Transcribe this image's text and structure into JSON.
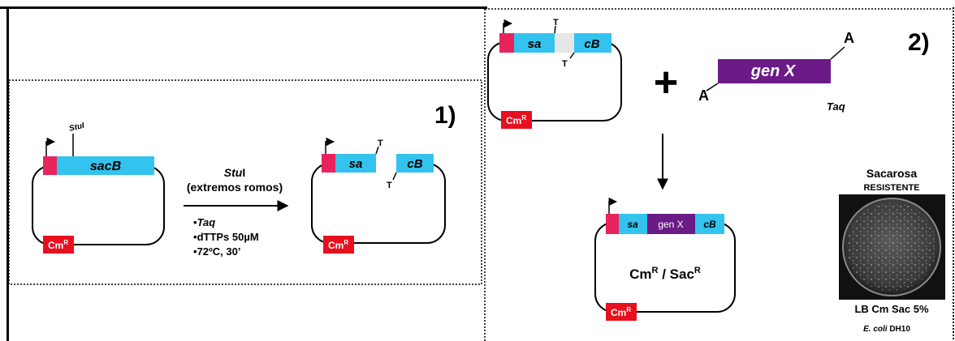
{
  "panel1": {
    "number": "1)",
    "plasmid_start": {
      "gene": "sacB",
      "site_label": "StuI",
      "marker": "Cm",
      "marker_sup": "R"
    },
    "arrow": {
      "enzyme_italic": "Stu",
      "enzyme_rest": "I",
      "condition": "(extremos romos)",
      "steps": [
        {
          "bullet": "•",
          "text": "Taq",
          "italic": true
        },
        {
          "bullet": "•",
          "text": "dTTPs 50µM",
          "italic": false
        },
        {
          "bullet": "•",
          "text": "72ºC, 30’",
          "italic": false
        }
      ]
    },
    "plasmid_cut": {
      "part_left": "sa",
      "part_right": "cB",
      "overhang": "T",
      "marker": "Cm",
      "marker_sup": "R"
    }
  },
  "panel2": {
    "number": "2)",
    "vector": {
      "part_left": "sa",
      "part_right": "cB",
      "overhang": "T",
      "marker": "Cm",
      "marker_sup": "R"
    },
    "plus": "+",
    "insert": {
      "label": "gen X",
      "overhang": "A",
      "polymerase": "Taq"
    },
    "product": {
      "part_left": "sa",
      "insert": "gen X",
      "part_right": "cB",
      "phenotype_a": "Cm",
      "phenotype_a_sup": "R",
      "separator": " / ",
      "phenotype_b": "Sac",
      "phenotype_b_sup": "R",
      "marker": "Cm",
      "marker_sup": "R"
    },
    "plate": {
      "title": "Sacarosa",
      "subtitle": "RESISTENTE",
      "caption": "LB Cm Sac 5%",
      "strain_italic": "E. coli",
      "strain_rest": "DH10"
    }
  },
  "colors": {
    "gene": "#33c3ee",
    "promoter": "#e8245c",
    "marker": "#e8101e",
    "insert": "#6a1b86",
    "gap": "#e6e6e6",
    "plate": "#3d3d3d",
    "plate_bg": "#111111"
  }
}
